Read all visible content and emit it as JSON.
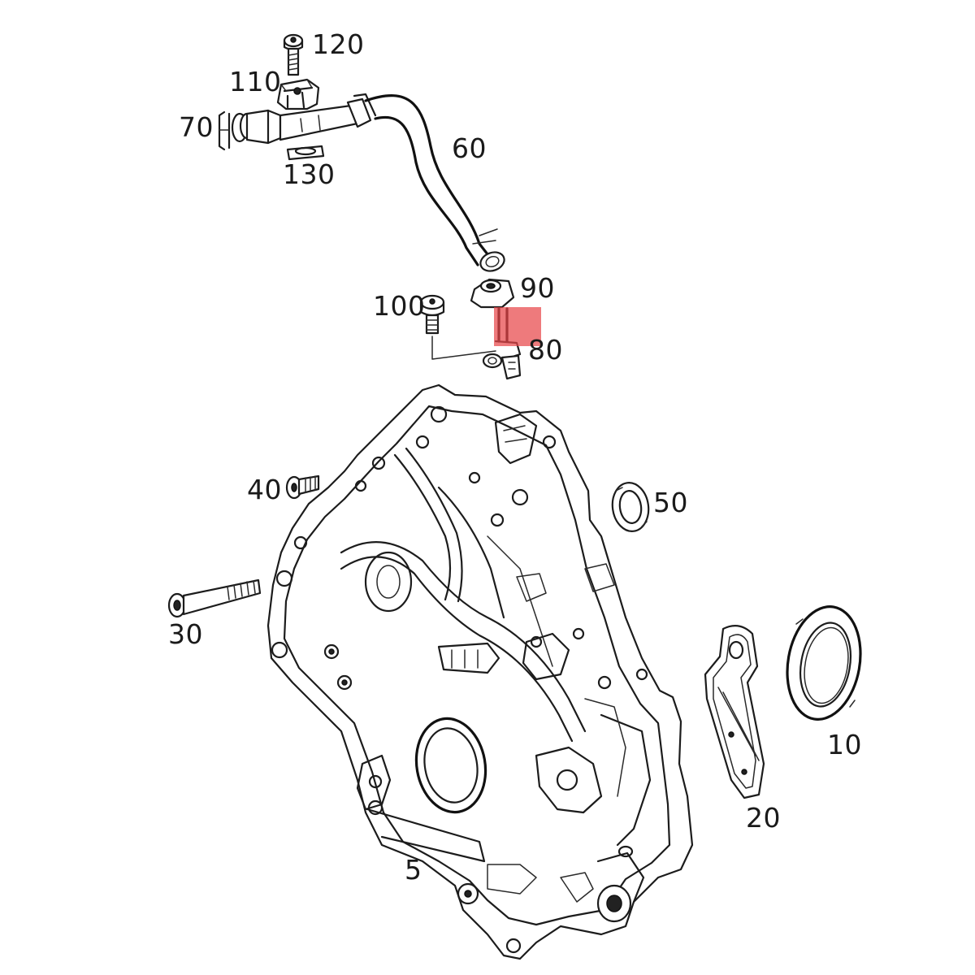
{
  "diagram": {
    "part_labels": [
      {
        "id": "120",
        "text": "120"
      },
      {
        "id": "110",
        "text": "110"
      },
      {
        "id": "70",
        "text": "70"
      },
      {
        "id": "60",
        "text": "60"
      },
      {
        "id": "130",
        "text": "130"
      },
      {
        "id": "90",
        "text": "90"
      },
      {
        "id": "100",
        "text": "100"
      },
      {
        "id": "80",
        "text": "80"
      },
      {
        "id": "40",
        "text": "40"
      },
      {
        "id": "50",
        "text": "50"
      },
      {
        "id": "30",
        "text": "30"
      },
      {
        "id": "10",
        "text": "10"
      },
      {
        "id": "20",
        "text": "20"
      },
      {
        "id": "5",
        "text": "5"
      }
    ],
    "highlight": {
      "part": "80",
      "color": "#e8464a",
      "opacity": 0.72
    },
    "line_color": "#1c1c1c",
    "background_color": "#ffffff"
  }
}
